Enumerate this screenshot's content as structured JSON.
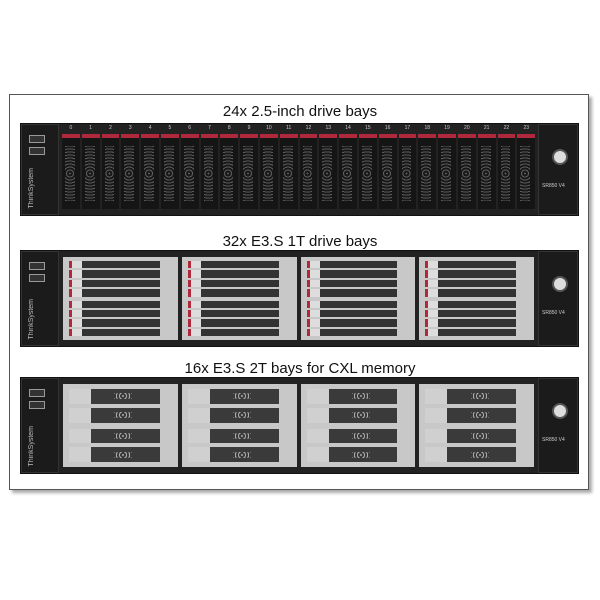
{
  "titles": [
    "24x 2.5-inch drive bays",
    "32x E3.S 1T drive bays",
    "16x E3.S 2T bays for CXL memory"
  ],
  "brand": "ThinkSystem",
  "model": "SR850 V4",
  "bay_numbers": [
    "0",
    "1",
    "2",
    "3",
    "4",
    "5",
    "6",
    "7",
    "8",
    "9",
    "10",
    "11",
    "12",
    "13",
    "14",
    "15",
    "16",
    "17",
    "18",
    "19",
    "20",
    "21",
    "22",
    "23"
  ],
  "colors": {
    "accent": "#b0283b"
  }
}
